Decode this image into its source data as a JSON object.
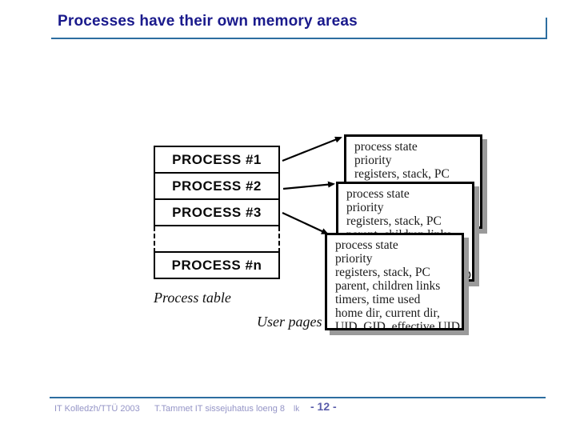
{
  "slide": {
    "title": "Processes have their own memory areas"
  },
  "diagram": {
    "process_table": {
      "rows": [
        "PROCESS #1",
        "PROCESS #2",
        "PROCESS #3",
        "PROCESS #n"
      ],
      "caption": "Process table"
    },
    "user_pages_caption": "User pages",
    "pcb_fields": [
      "process state",
      "priority",
      "registers, stack, PC",
      "parent, children links",
      "timers, time used",
      "home dir, current dir,",
      "UID, GID, effective UID"
    ]
  },
  "footer": {
    "left": "IT Kolledzh/TTÜ 2003",
    "center": "T.Tammet IT sissejuhatus loeng 8",
    "page_label": "lk",
    "page_number": "- 12 -"
  },
  "colors": {
    "title": "#1a1a8c",
    "rule": "#2d6ea0",
    "footer_text": "#9494c6",
    "page_number": "#5a5caa",
    "box_shadow": "#9a9a9a"
  }
}
